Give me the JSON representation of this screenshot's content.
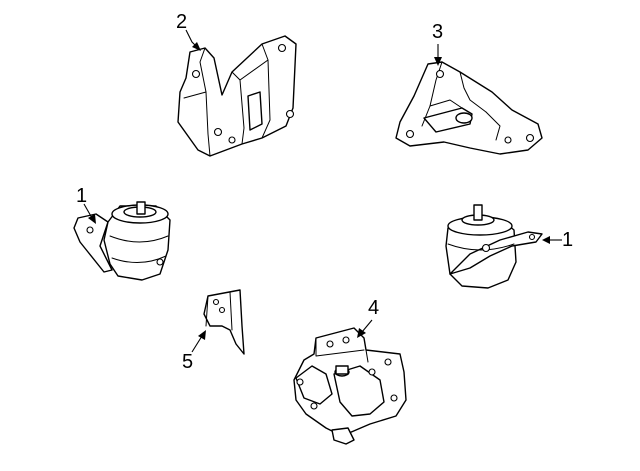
{
  "callouts": {
    "c2": "2",
    "c3": "3",
    "c1_left": "1",
    "c1_right": "1",
    "c4": "4",
    "c5": "5"
  },
  "parts": [
    {
      "callout": "2",
      "icon": "engine-mount-bracket-icon"
    },
    {
      "callout": "3",
      "icon": "transmission-mount-bracket-icon"
    },
    {
      "callout": "1",
      "icon": "engine-mount-icon"
    },
    {
      "callout": "1",
      "icon": "engine-mount-icon"
    },
    {
      "callout": "4",
      "icon": "transmission-mount-icon"
    },
    {
      "callout": "5",
      "icon": "heat-shield-icon"
    }
  ]
}
